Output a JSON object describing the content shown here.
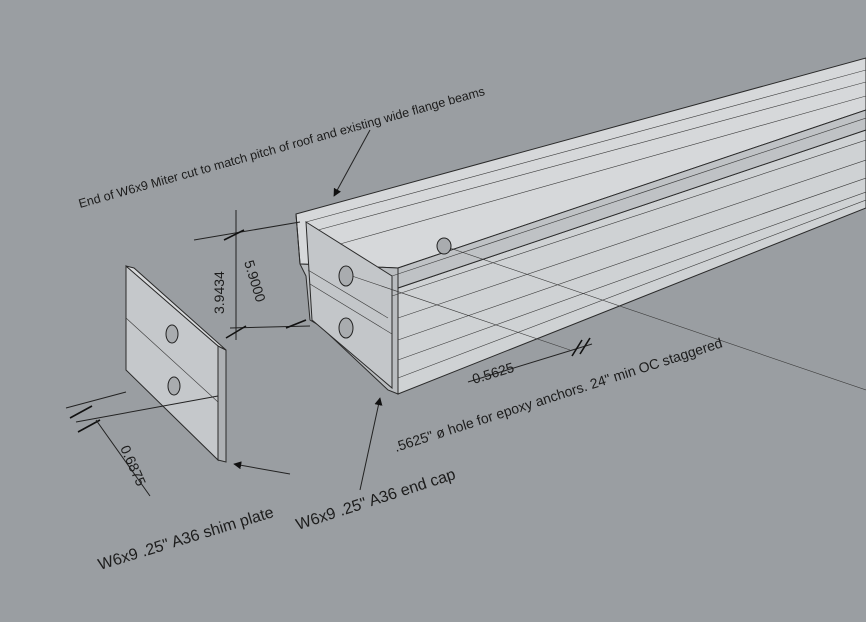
{
  "viewport": {
    "background": "#9a9ea2",
    "beam_face_color": "#d4d6d8",
    "beam_dark_face_color": "#b4b7ba"
  },
  "annotations": {
    "miter_note": "End of W6x9 Miter cut to match pitch of roof and existing wide flange beams",
    "hole_note": ".5625\" ø hole for epoxy anchors. 24\" min OC staggered",
    "end_cap_note": "W6x9 .25\" A36 end cap",
    "shim_plate_note": "W6x9 .25\" A36 shim plate"
  },
  "dimensions": {
    "height_outer": "3.9434",
    "height_inner": "5.9000",
    "hole_offset": "0.5625",
    "plate_thickness": "0.6875"
  }
}
